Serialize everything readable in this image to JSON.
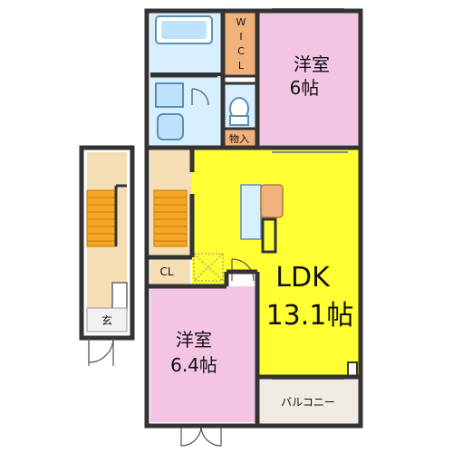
{
  "rooms": {
    "wic": {
      "label_lines": [
        "W",
        "I",
        "C",
        "L"
      ]
    },
    "bedroom_top": {
      "line1": "洋室",
      "line2": "6帖"
    },
    "storage": {
      "label": "物入"
    },
    "ldk": {
      "line1": "LDK",
      "line2": "13.1帖"
    },
    "closet": {
      "label": "CL"
    },
    "bedroom_bottom": {
      "line1": "洋室",
      "line2": "6.4帖"
    },
    "balcony": {
      "label": "バルコニー"
    },
    "entrance": {
      "label": "玄"
    }
  },
  "colors": {
    "wall": "#333333",
    "bedroom": "#f3c5e3",
    "ldk": "#ffff33",
    "wic": "#f0b27a",
    "wet": "#d7efff",
    "hall": "#f5deb3",
    "stairs": "#f5a623",
    "balcony": "#f0ebe3",
    "storage": "#f0b27a"
  }
}
